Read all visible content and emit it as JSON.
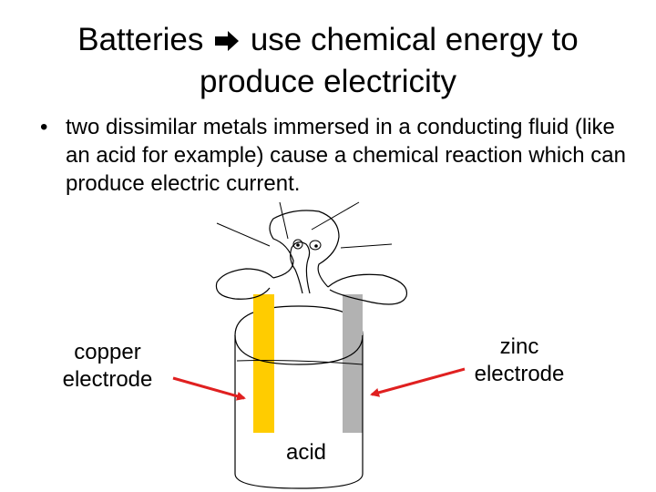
{
  "slide": {
    "title_before": "Batteries",
    "title_arrow_icon": "right-arrow-icon",
    "title_after_line1": "use chemical energy to",
    "title_line2": "produce electricity",
    "bullet_symbol": "•",
    "bullet_text": "two dissimilar metals immersed in a conducting fluid (like an acid for example) cause a chemical reaction which can produce electric current."
  },
  "diagram": {
    "labels": {
      "copper": "copper electrode",
      "zinc": "zinc electrode",
      "acid": "acid"
    },
    "colors": {
      "copper_electrode": "#ffcc00",
      "zinc_electrode": "#b2b2b2",
      "arrow": "#e02020",
      "outline": "#000000"
    }
  }
}
